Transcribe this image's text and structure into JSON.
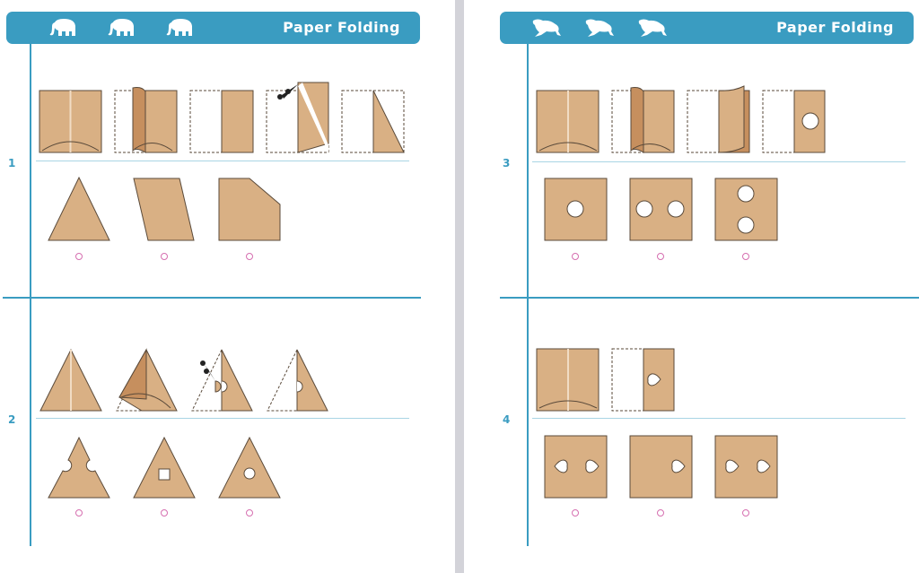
{
  "pages": [
    {
      "header": {
        "title": "Paper Folding",
        "icon": "elephant-icon",
        "icon_count": 3
      },
      "questions": [
        {
          "number": "1",
          "steps": [
            "unfolded-square",
            "folding-left-to-right",
            "folded-rectangle",
            "cut-diagonal",
            "cut-result"
          ],
          "options": [
            "triangle",
            "parallelogram",
            "square-with-clipped-corner"
          ]
        },
        {
          "number": "2",
          "steps": [
            "unfolded-triangle",
            "folding-triangle",
            "cut-semicircle",
            "cut-result-triangle"
          ],
          "options": [
            "triangle-with-side-notches",
            "triangle-with-square-hole",
            "triangle-with-circle-hole"
          ]
        }
      ]
    },
    {
      "header": {
        "title": "Paper Folding",
        "icon": "frog-icon",
        "icon_count": 3
      },
      "questions": [
        {
          "number": "3",
          "steps": [
            "unfolded-square",
            "folding-left-to-right",
            "folding-again",
            "punched-circle"
          ],
          "options": [
            "square-one-center-hole",
            "square-two-horizontal-holes",
            "square-two-vertical-holes"
          ]
        },
        {
          "number": "4",
          "steps": [
            "unfolded-square",
            "folded-with-heart-cut"
          ],
          "options": [
            "square-two-hearts-facing-out",
            "square-one-heart",
            "square-two-hearts-same-direction"
          ]
        }
      ]
    }
  ],
  "colors": {
    "accent": "#3a9cc1",
    "paper": "#d9b084",
    "paper_dark": "#c68f5e",
    "outline": "#5a4a3a",
    "option_ring": "#d66fb0",
    "gutter": "#d3d3d9"
  }
}
